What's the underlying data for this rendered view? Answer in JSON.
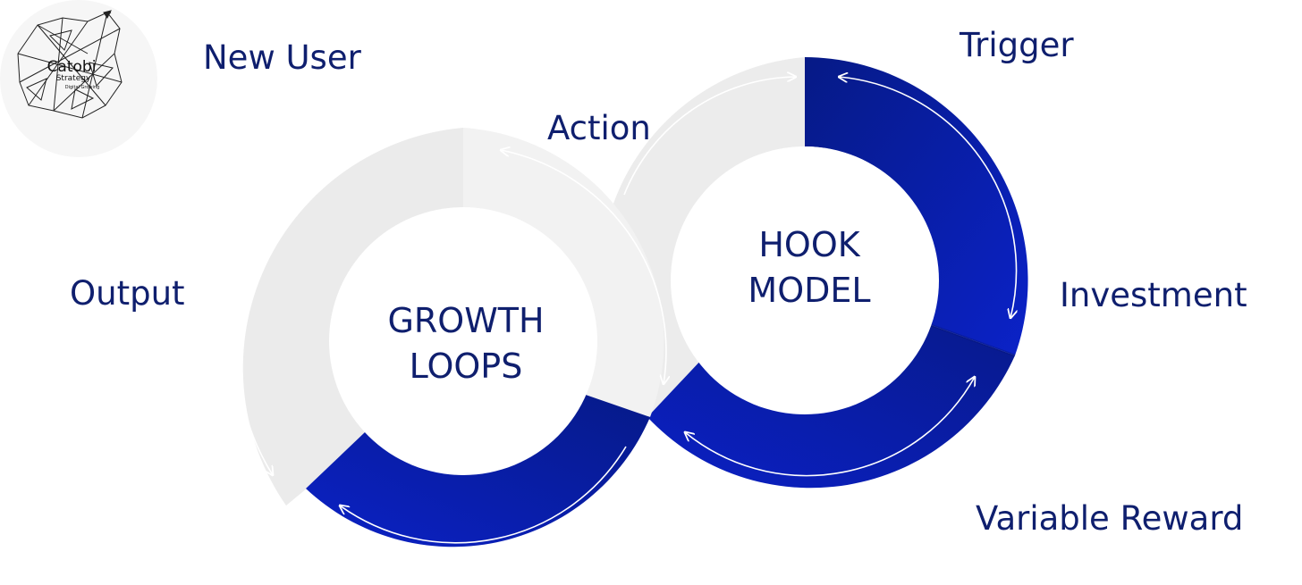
{
  "logo": {
    "line1": "Catobi",
    "line2": "Strategy",
    "line3": "Digital Growing"
  },
  "growth_loops": {
    "center_line1": "GROWTH",
    "center_line2": "LOOPS",
    "labels": {
      "new_user": "New User",
      "action": "Action",
      "output": "Output"
    }
  },
  "hook_model": {
    "center_line1": "HOOK",
    "center_line2": "MODEL",
    "labels": {
      "trigger": "Trigger",
      "investment": "Investment",
      "variable_reward": "Variable Reward"
    }
  },
  "colors": {
    "accent_blue": "#0b1fc0",
    "dark_blue": "#071a8a",
    "light_gray": "#eeeeee",
    "label_navy": "#0f1f6e"
  }
}
